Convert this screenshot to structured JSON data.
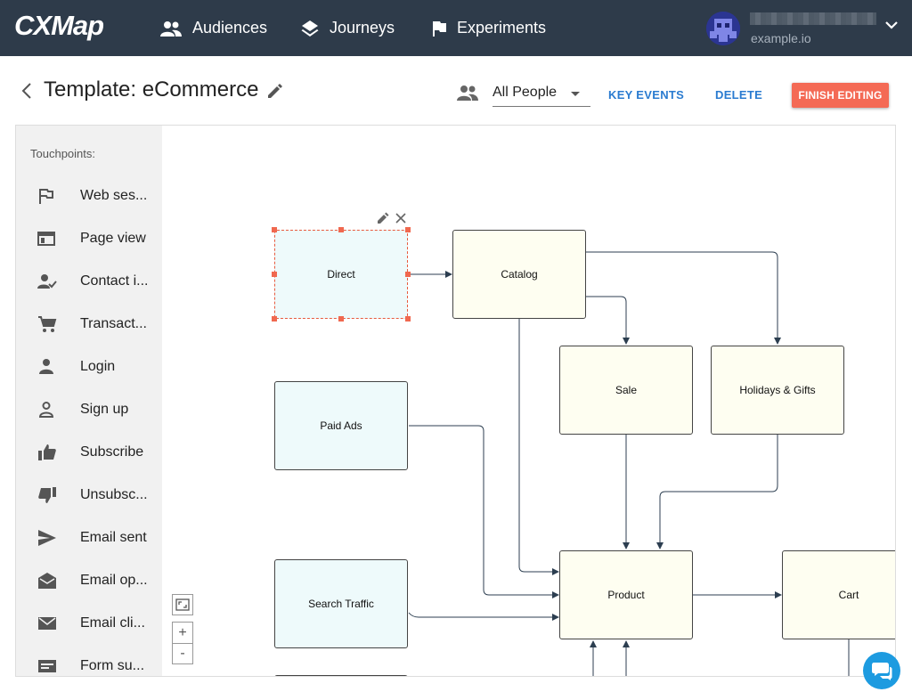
{
  "app": {
    "logo": "CXMap"
  },
  "nav": [
    {
      "label": "Audiences",
      "icon": "people-icon"
    },
    {
      "label": "Journeys",
      "icon": "layers-icon"
    },
    {
      "label": "Experiments",
      "icon": "flag-icon"
    }
  ],
  "user": {
    "domain": "example.io"
  },
  "header": {
    "title": "Template: eCommerce",
    "audience": "All People",
    "key_events": "KEY EVENTS",
    "delete": "DELETE",
    "finish": "FINISH EDITING"
  },
  "sidebar": {
    "title": "Touchpoints:",
    "items": [
      {
        "label": "Web ses...",
        "icon": "flag-outline-icon"
      },
      {
        "label": "Page view",
        "icon": "web-page-icon"
      },
      {
        "label": "Contact i...",
        "icon": "person-check-icon"
      },
      {
        "label": "Transact...",
        "icon": "cart-icon"
      },
      {
        "label": "Login",
        "icon": "person-icon"
      },
      {
        "label": "Sign up",
        "icon": "person-outline-icon"
      },
      {
        "label": "Subscribe",
        "icon": "thumb-up-icon"
      },
      {
        "label": "Unsubsc...",
        "icon": "thumb-down-icon"
      },
      {
        "label": "Email sent",
        "icon": "send-icon"
      },
      {
        "label": "Email op...",
        "icon": "email-open-icon"
      },
      {
        "label": "Email cli...",
        "icon": "email-icon"
      },
      {
        "label": "Form su...",
        "icon": "form-icon"
      }
    ]
  },
  "canvas": {
    "nodes": {
      "direct": "Direct",
      "catalog": "Catalog",
      "sale": "Sale",
      "holidays": "Holidays & Gifts",
      "paid_ads": "Paid Ads",
      "search_traffic": "Search Traffic",
      "product": "Product",
      "cart": "Cart"
    },
    "zoom_in": "+",
    "zoom_out": "-"
  },
  "colors": {
    "topbar": "#2e3b4a",
    "accent": "#2a7bd0",
    "finish": "#f46a55",
    "selection": "#e85b3f",
    "chat": "#1d9be0"
  }
}
